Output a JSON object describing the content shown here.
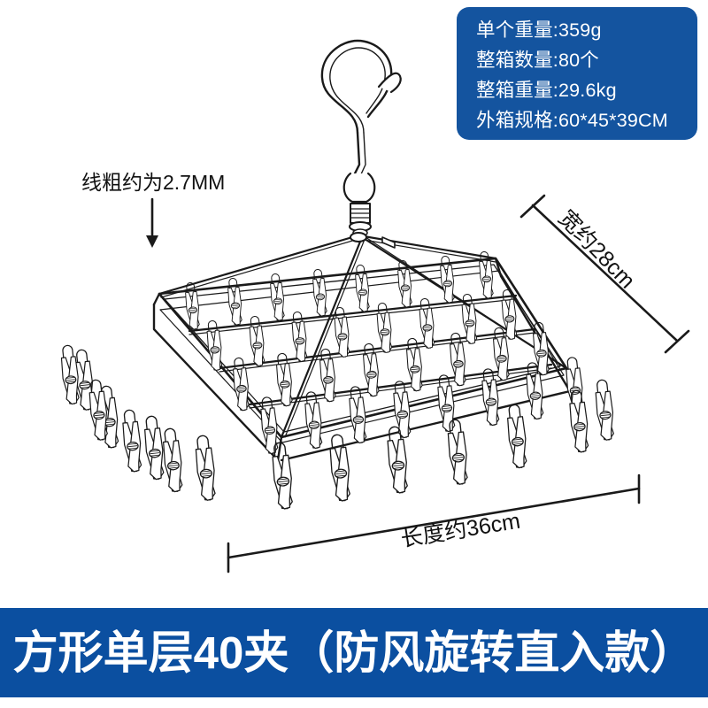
{
  "spec_box": {
    "background_color": "#14549f",
    "lines": [
      "单个重量:359g",
      "整箱数量:80个",
      "整箱重量:29.6kg",
      "外箱规格:60*45*39CM"
    ]
  },
  "annotations": {
    "wire_thickness": "线粗约为2.7MM",
    "width": "宽约28cm",
    "length": "长度约36cm"
  },
  "banner": {
    "text": "方形单层40夹（防风旋转直入款）",
    "background_color": "#0b4fa0",
    "text_color": "#ffffff"
  },
  "product": {
    "name": "square-single-layer-40-clip-hanger",
    "clip_count": 40,
    "rows": 5,
    "columns": 8,
    "line_color": "#1a1a1a",
    "fill_color": "#ffffff"
  }
}
